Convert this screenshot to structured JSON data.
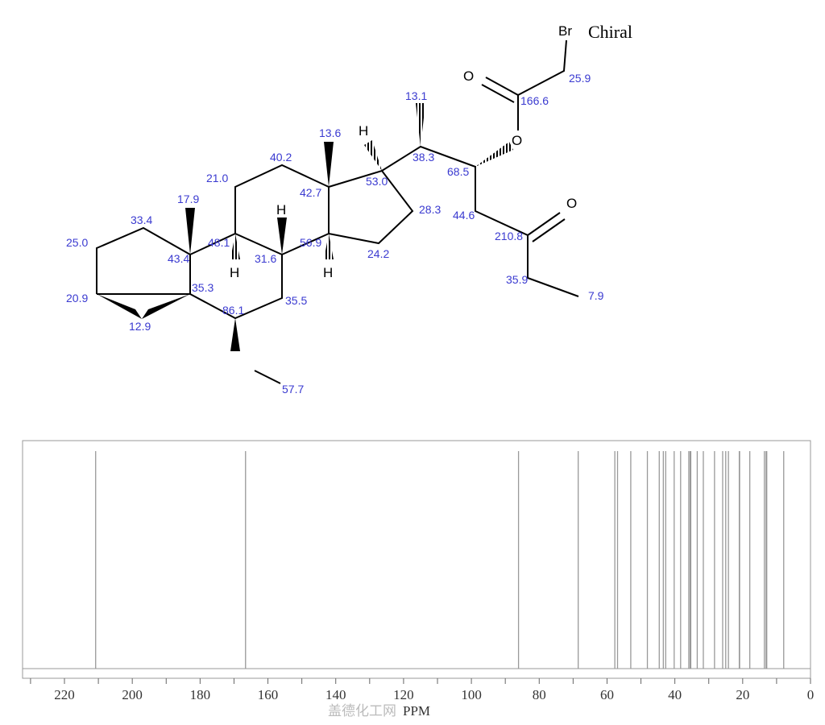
{
  "molecule": {
    "chiral_label": "Chiral",
    "atoms": {
      "br": "Br",
      "o_ester_carbonyl": "O",
      "o_ester": "O",
      "o_ketone": "O",
      "h_53": "H",
      "h_48": "H",
      "h_31": "H",
      "h_56": "H"
    },
    "shift_labels": {
      "c25_9": "25.9",
      "c166_6": "166.6",
      "c13_1": "13.1",
      "c13_6": "13.6",
      "c38_3": "38.3",
      "c68_5": "68.5",
      "c40_2": "40.2",
      "c21_0": "21.0",
      "c53_0": "53.0",
      "c42_7": "42.7",
      "c17_9": "17.9",
      "c33_4": "33.4",
      "c28_3": "28.3",
      "c44_6": "44.6",
      "c25_0": "25.0",
      "c48_1": "48.1",
      "c56_9": "56.9",
      "c210_8": "210.8",
      "c43_4": "43.4",
      "c31_6": "31.6",
      "c24_2": "24.2",
      "c35_3": "35.3",
      "c35_9": "35.9",
      "c7_9": "7.9",
      "c20_9": "20.9",
      "c86_1": "86.1",
      "c35_5": "35.5",
      "c12_9": "12.9",
      "c57_7": "57.7"
    }
  },
  "chart_data": {
    "type": "bar",
    "title": "",
    "xlabel": "PPM",
    "ylabel": "",
    "xlim": [
      232,
      0
    ],
    "x_ticks": [
      220,
      200,
      180,
      160,
      140,
      120,
      100,
      80,
      60,
      40,
      20,
      0
    ],
    "grid": false,
    "peaks": [
      210.8,
      166.6,
      86.1,
      68.5,
      57.7,
      56.9,
      53.0,
      48.1,
      44.6,
      43.4,
      42.7,
      40.2,
      38.3,
      35.9,
      35.5,
      35.3,
      33.4,
      31.6,
      28.3,
      25.9,
      25.0,
      24.2,
      21.0,
      20.9,
      17.9,
      13.6,
      13.1,
      12.9,
      7.9
    ],
    "relative_intensity": 1.0
  },
  "watermark": "盖德化工网"
}
